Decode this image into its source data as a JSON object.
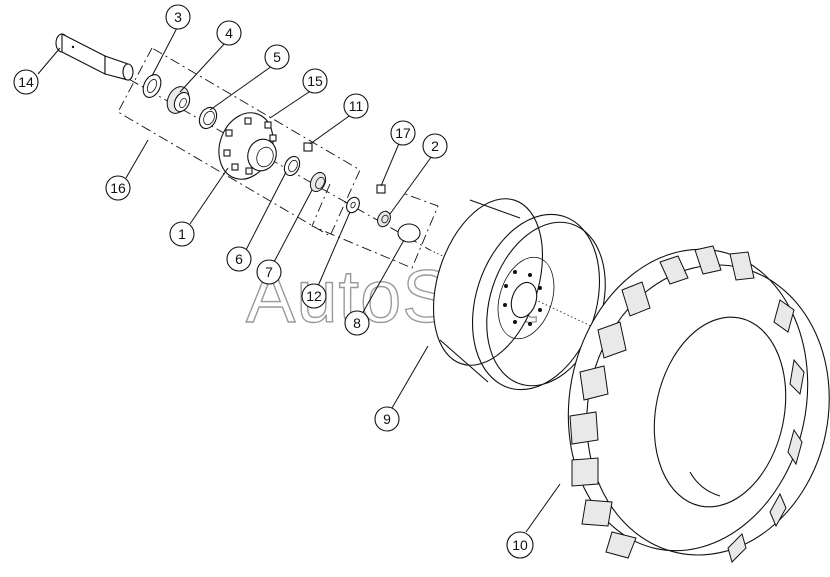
{
  "watermark": "AutoSoft",
  "callouts": [
    {
      "id": "c3",
      "label": "3"
    },
    {
      "id": "c4",
      "label": "4"
    },
    {
      "id": "c5",
      "label": "5"
    },
    {
      "id": "c15",
      "label": "15"
    },
    {
      "id": "c11",
      "label": "11"
    },
    {
      "id": "c17",
      "label": "17"
    },
    {
      "id": "c2",
      "label": "2"
    },
    {
      "id": "c14",
      "label": "14"
    },
    {
      "id": "c16",
      "label": "16"
    },
    {
      "id": "c1",
      "label": "1"
    },
    {
      "id": "c6",
      "label": "6"
    },
    {
      "id": "c7",
      "label": "7"
    },
    {
      "id": "c12",
      "label": "12"
    },
    {
      "id": "c8",
      "label": "8"
    },
    {
      "id": "c9",
      "label": "9"
    },
    {
      "id": "c10",
      "label": "10"
    }
  ]
}
